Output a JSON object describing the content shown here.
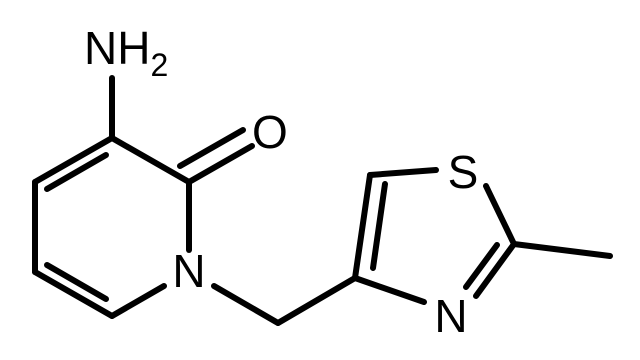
{
  "structure": {
    "atoms": {
      "amino_n": "NH",
      "amino_subscript": "2",
      "carbonyl_o": "O",
      "ring_n": "N",
      "thiazole_s": "S",
      "thiazole_n": "N"
    }
  }
}
